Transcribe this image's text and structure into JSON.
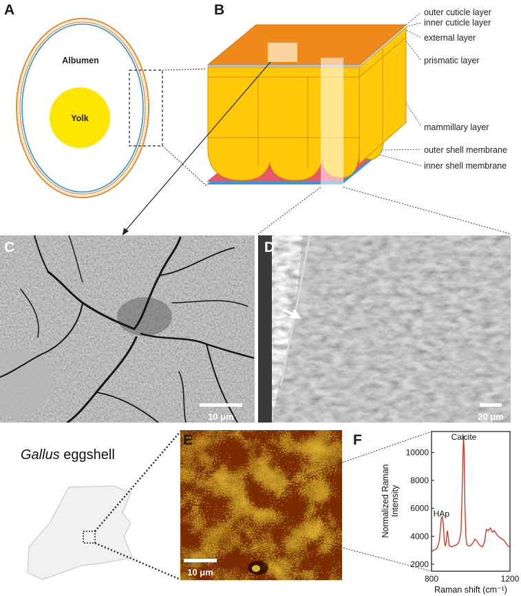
{
  "panels": {
    "a": {
      "letter": "A",
      "albumen": "Albumen",
      "yolk": "Yolk",
      "colors": {
        "yolk": "#ffe600",
        "shell_orange": "#e6892e",
        "membrane_blue": "#2c8fd6"
      }
    },
    "b": {
      "letter": "B",
      "layers": [
        "outer cuticle layer",
        "inner cuticle layer",
        "external layer",
        "prismatic layer",
        "mammillary layer",
        "outer shell membrane",
        "inner shell membrane"
      ],
      "colors": {
        "top": "#ef8a1a",
        "prism": "#ffc90a",
        "outer_membrane": "#e8566a",
        "inner_membrane": "#2f9ad8"
      }
    },
    "c": {
      "letter": "C",
      "scalebar": "10 μm"
    },
    "d": {
      "letter": "D",
      "scalebar": "20 μm"
    },
    "e": {
      "letter": "E",
      "scalebar": "10 μm"
    },
    "f": {
      "letter": "F"
    },
    "sample": {
      "genus": "Gallus",
      "rest": " eggshell"
    }
  },
  "chart_data": {
    "type": "line",
    "xlabel": "Raman shift (cm⁻¹)",
    "ylabel_line1": "Normalized Raman",
    "ylabel_line2": "Intensity",
    "xlim": [
      800,
      1200
    ],
    "ylim": [
      1500,
      11500
    ],
    "xticks": [
      800,
      1200
    ],
    "yticks": [
      2000,
      4000,
      6000,
      8000,
      10000
    ],
    "annotations": [
      {
        "text": "HAp",
        "x": 850,
        "y": 6000
      },
      {
        "text": "Calcite",
        "x": 965,
        "y": 11500
      }
    ],
    "series": [
      {
        "color": "#d42a1a",
        "x": [
          800,
          810,
          820,
          830,
          840,
          845,
          850,
          855,
          860,
          865,
          870,
          875,
          880,
          885,
          890,
          900,
          910,
          920,
          930,
          940,
          950,
          955,
          960,
          963,
          966,
          970,
          975,
          980,
          990,
          1000,
          1010,
          1020,
          1030,
          1040,
          1050,
          1060,
          1070,
          1075,
          1080,
          1090,
          1100,
          1110,
          1120,
          1130,
          1140,
          1150,
          1160,
          1170,
          1180,
          1190,
          1200
        ],
        "y": [
          2900,
          3000,
          3050,
          3200,
          3700,
          4500,
          5300,
          5400,
          4900,
          3700,
          3300,
          3600,
          4400,
          4000,
          3350,
          3250,
          3300,
          3350,
          3400,
          3600,
          4300,
          6500,
          9800,
          11200,
          10200,
          6200,
          4000,
          3400,
          3300,
          3350,
          3500,
          3800,
          3700,
          3450,
          3300,
          3250,
          3600,
          4100,
          4500,
          4400,
          4600,
          4300,
          4400,
          4200,
          4000,
          3900,
          3800,
          3700,
          3500,
          3300,
          3250
        ]
      }
    ]
  }
}
